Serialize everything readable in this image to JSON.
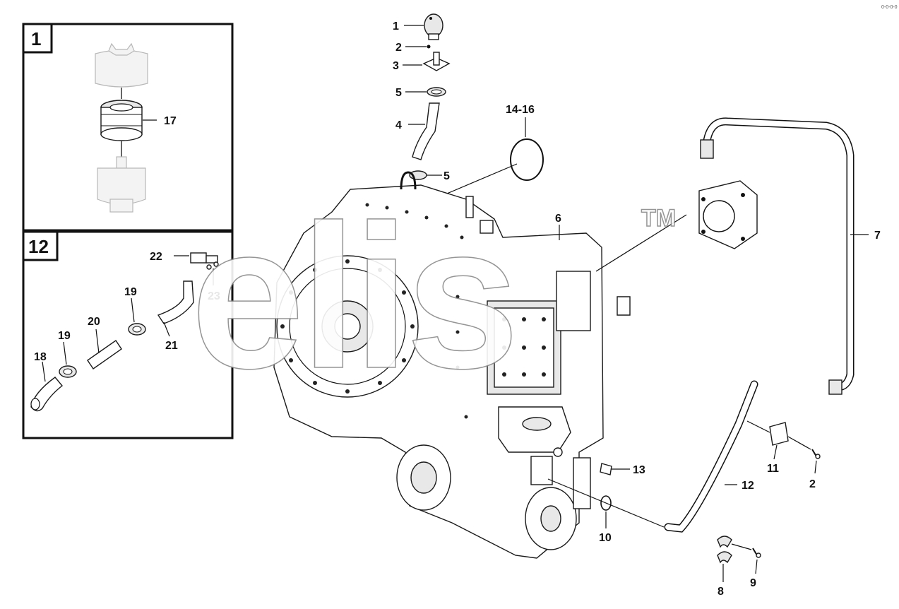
{
  "corner_code": "0-0-0-0",
  "watermark": {
    "text": "elis",
    "tm": "TM"
  },
  "insets": [
    {
      "id": "inset-1",
      "label": "1"
    },
    {
      "id": "inset-12",
      "label": "12"
    }
  ],
  "callouts": [
    {
      "id": "c1",
      "text": "1"
    },
    {
      "id": "c2a",
      "text": "2"
    },
    {
      "id": "c3",
      "text": "3"
    },
    {
      "id": "c5a",
      "text": "5"
    },
    {
      "id": "c4",
      "text": "4"
    },
    {
      "id": "c1416",
      "text": "14-16"
    },
    {
      "id": "c5b",
      "text": "5"
    },
    {
      "id": "c6",
      "text": "6"
    },
    {
      "id": "c7",
      "text": "7"
    },
    {
      "id": "c13",
      "text": "13"
    },
    {
      "id": "c11",
      "text": "11"
    },
    {
      "id": "c2b",
      "text": "2"
    },
    {
      "id": "c12",
      "text": "12"
    },
    {
      "id": "c10",
      "text": "10"
    },
    {
      "id": "c8",
      "text": "8"
    },
    {
      "id": "c9",
      "text": "9"
    },
    {
      "id": "c17",
      "text": "17"
    },
    {
      "id": "c22",
      "text": "22"
    },
    {
      "id": "c23",
      "text": "23"
    },
    {
      "id": "c19a",
      "text": "19"
    },
    {
      "id": "c20",
      "text": "20"
    },
    {
      "id": "c19b",
      "text": "19"
    },
    {
      "id": "c21",
      "text": "21"
    },
    {
      "id": "c18",
      "text": "18"
    }
  ]
}
